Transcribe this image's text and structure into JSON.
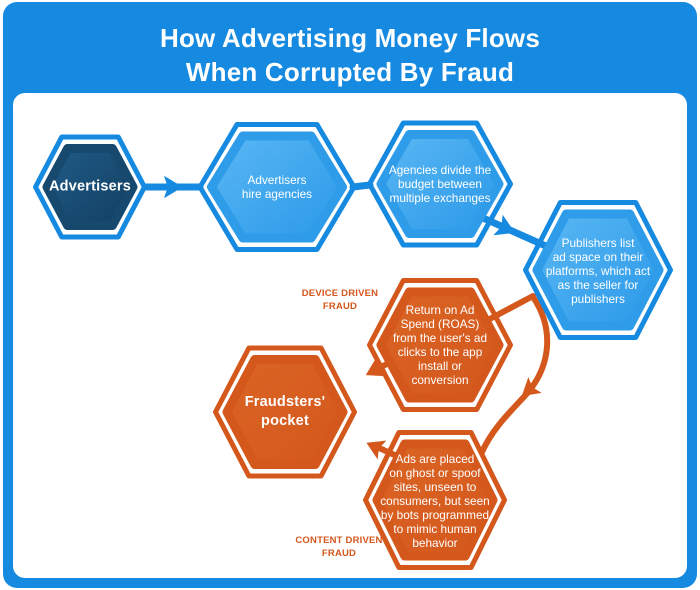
{
  "header": {
    "title": "How Advertising Money Flows\nWhen Corrupted By Fraud",
    "text_color": "#ffffff"
  },
  "page": {
    "frame_color": "#168ae0",
    "panel_color": "#ffffff"
  },
  "diagram": {
    "nodes": {
      "advertisers": "Advertisers",
      "hire_agencies": "Advertisers\nhire agencies",
      "agencies_divide": "Agencies divide the\nbudget between\nmultiple exchanges",
      "publishers_list": "Publishers list\nad space on their\nplatforms, which act\nas the seller for\npublishers",
      "roas": "Return on Ad\nSpend (ROAS)\nfrom the user's ad\nclicks to the app\ninstall or\nconversion",
      "fraudsters_pocket": "Fraudsters'\npocket",
      "ads_placed": "Ads are placed\non ghost or spoof\nsites, unseen to\nconsumers, but seen\nby bots programmed\nto mimic human\nbehavior"
    },
    "annotations": {
      "device_fraud": "DEVICE DRIVEN\nFRAUD",
      "content_fraud": "CONTENT DRIVEN\nFRAUD"
    },
    "colors": {
      "blue": "#168ae0",
      "light_hex_top": "#5ab8f4",
      "light_hex_bottom": "#2a98e8",
      "light_hex_edge": "#2f9ce9",
      "dark_hex_top": "#1e5c88",
      "dark_hex_bottom": "#143e61",
      "dark_hex_edge": "#17496e",
      "orange": "#d4571c",
      "orange_light": "#da6524",
      "fraud_text": "#d4571c"
    }
  }
}
